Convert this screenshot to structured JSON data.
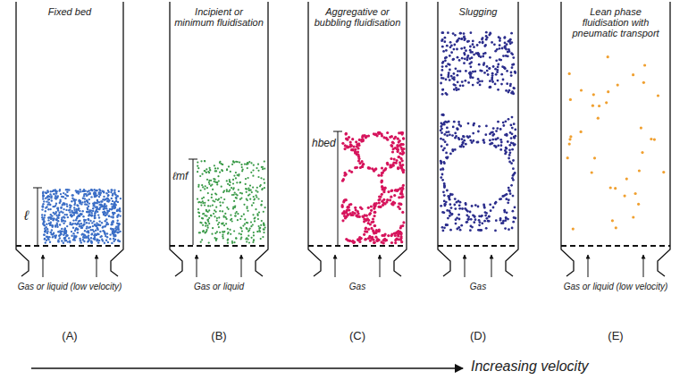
{
  "diagram": {
    "nodes": [
      {
        "text": [
          "Fixed bed",
          "Gas or liquid (low velocity)"
        ]
      },
      {
        "text": [
          "Incipient or minimum fluidisation",
          "Gas or liquid"
        ]
      },
      {
        "text": [
          "Aggregative or bubbling fluidisation",
          "Gas"
        ]
      },
      {
        "text": [
          "Slugging",
          "Gas"
        ]
      },
      {
        "text": [
          "Lean phase fluidisation with pneumatic transport",
          "Gas or liquid (low velocity)"
        ]
      }
    ],
    "labels": [
      "ℓ",
      "ℓmf",
      "hbed",
      "(A)",
      "(B)",
      "(C)",
      "(D)",
      "(E)",
      "Increasing velocity"
    ]
  }
}
